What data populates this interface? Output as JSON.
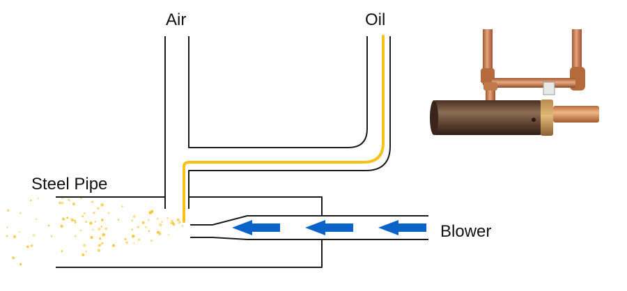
{
  "labels": {
    "air": "Air",
    "oil": "Oil",
    "steel_pipe": "Steel Pipe",
    "blower": "Blower"
  },
  "colors": {
    "oil_line": "#f6c21a",
    "blower_arrows": "#0a63c9",
    "spray_dots": "#f3c838",
    "pipe_lines": "#1a1a1a"
  },
  "icons": {
    "flow_arrow": "left-arrow",
    "photo": "copper-oil-air-mist-nozzle-photo"
  }
}
